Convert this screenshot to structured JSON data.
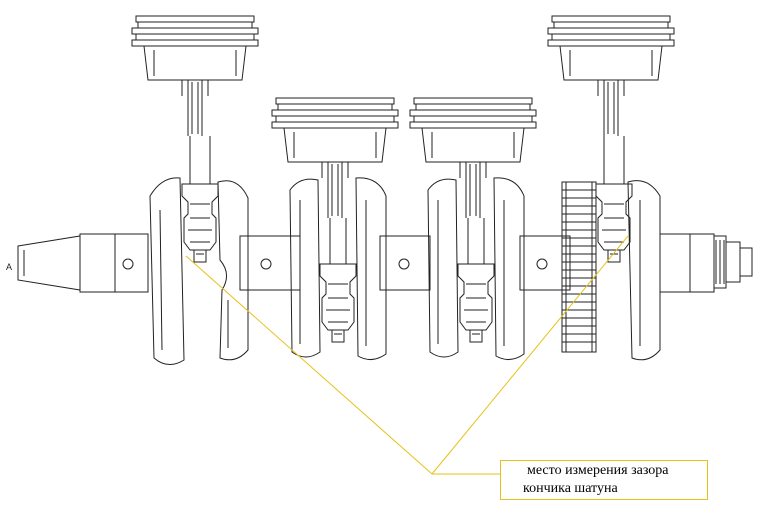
{
  "callout": {
    "line1": "место измерения зазора",
    "line2": "кончика шатуна"
  },
  "labels": {
    "end_mark": "A"
  },
  "colors": {
    "line": "#222222",
    "leader": "#e6c21a",
    "background": "#ffffff"
  }
}
